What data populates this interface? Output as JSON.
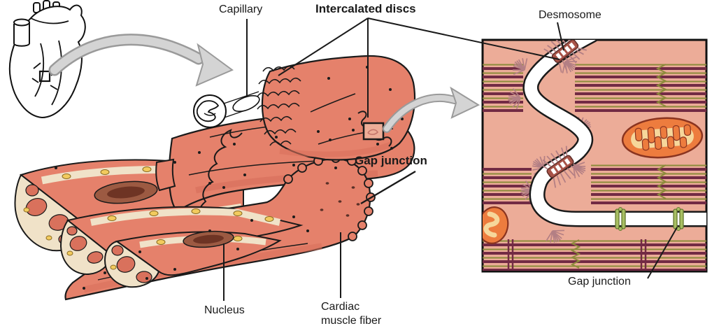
{
  "diagram": {
    "labels": {
      "capillary": "Capillary",
      "intercalated_discs": "Intercalated discs",
      "desmosome": "Desmosome",
      "gap_junction_fiber": "Gap junction",
      "nucleus": "Nucleus",
      "cardiac_muscle_fiber": "Cardiac muscle fiber",
      "gap_junction_detail": "Gap junction"
    },
    "colors": {
      "fiber_salmon": "#E5816B",
      "fiber_shade": "#D9715C",
      "panel_background": "#ECAC98",
      "myofibril_dark": "#722B44",
      "myofibril_olive": "#8D8B3A",
      "desmosome_band": "#A85348",
      "fringe_mauve": "#B37F84",
      "mitochondrion_orange": "#ED7C3E",
      "mitochondrion_cristae": "#F6D79B",
      "gap_junction_green": "#A8BF63",
      "connective_cream": "#F0E2C8",
      "capillary_cell_yellow": "#F2CB5E",
      "nucleus_brown": "#9C5A42",
      "nucleus_dark": "#6E3424",
      "outline_black": "#1A1A1A",
      "arrow_gray": "#D4D4D4"
    }
  }
}
